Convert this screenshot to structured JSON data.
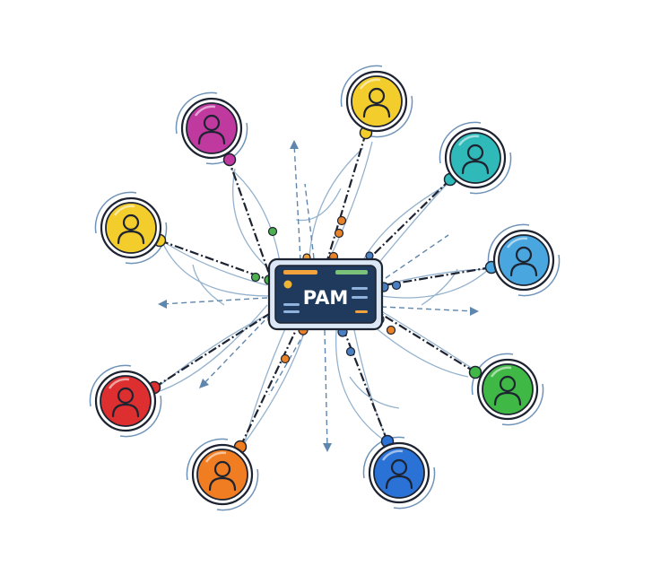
{
  "hub": {
    "label": "PAM",
    "icon": "server-panel-icon",
    "colors": {
      "body": "#1f3a5c",
      "frame": "#8fb3dc",
      "bar_orange": "#f2a23c",
      "bar_green": "#7ac27a",
      "bar_blue": "#8fb3dc",
      "led": "#f2b233"
    }
  },
  "users": [
    {
      "id": "magenta",
      "icon": "user-icon",
      "color": "#c0399f"
    },
    {
      "id": "yellow-top",
      "icon": "user-icon",
      "color": "#f3cd2c"
    },
    {
      "id": "teal",
      "icon": "user-icon",
      "color": "#2fb9b9"
    },
    {
      "id": "yellow-left",
      "icon": "user-icon",
      "color": "#f3cd2c"
    },
    {
      "id": "sky-blue",
      "icon": "user-icon",
      "color": "#4aa6df"
    },
    {
      "id": "red",
      "icon": "user-icon",
      "color": "#dd2f2f"
    },
    {
      "id": "green",
      "icon": "user-icon",
      "color": "#3fb845"
    },
    {
      "id": "orange",
      "icon": "user-icon",
      "color": "#f07d22"
    },
    {
      "id": "blue",
      "icon": "user-icon",
      "color": "#2a72d6"
    }
  ],
  "palette": {
    "outline": "#1d2330",
    "link_line": "#6f93b8",
    "connector_green": "#4caf50",
    "connector_orange": "#e8832a",
    "connector_blue": "#4a7fc1"
  }
}
